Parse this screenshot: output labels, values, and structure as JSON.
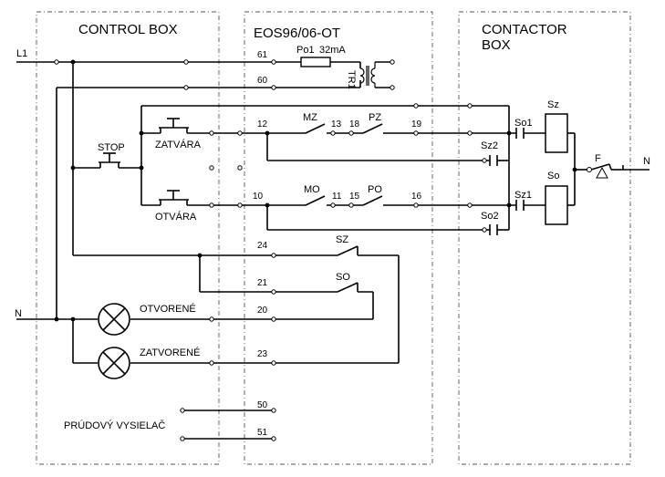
{
  "sections": {
    "control_box": "CONTROL BOX",
    "eos": "EOS96/06-OT",
    "contactor_line1": "CONTACTOR",
    "contactor_line2": "BOX"
  },
  "lines": {
    "l1": "L1",
    "n_left": "N",
    "n_right": "N"
  },
  "components": {
    "fuse": "Po1",
    "fuse_rating": "32mA",
    "transformer": "TR1",
    "stop": "STOP",
    "close_button": "ZATVÁRA",
    "open_button": "OTVÁRA",
    "mz": "MZ",
    "pz": "PZ",
    "mo": "MO",
    "po": "PO",
    "sz_contact": "SZ",
    "so_contact": "SO",
    "lamp_open": "OTVORENÉ",
    "lamp_closed": "ZATVORENÉ",
    "current_sender": "PRÚDOVÝ VYSIELAČ",
    "sz_coil": "Sz",
    "so_coil": "So",
    "sz1": "Sz1",
    "sz2": "Sz2",
    "so1": "So1",
    "so2": "So2",
    "f": "F"
  },
  "terminals": {
    "t61": "61",
    "t60": "60",
    "t12": "12",
    "t13": "13",
    "t18": "18",
    "t19": "19",
    "t10": "10",
    "t11": "11",
    "t15": "15",
    "t16": "16",
    "t24": "24",
    "t21": "21",
    "t20": "20",
    "t23": "23",
    "t50": "50",
    "t51": "51"
  }
}
